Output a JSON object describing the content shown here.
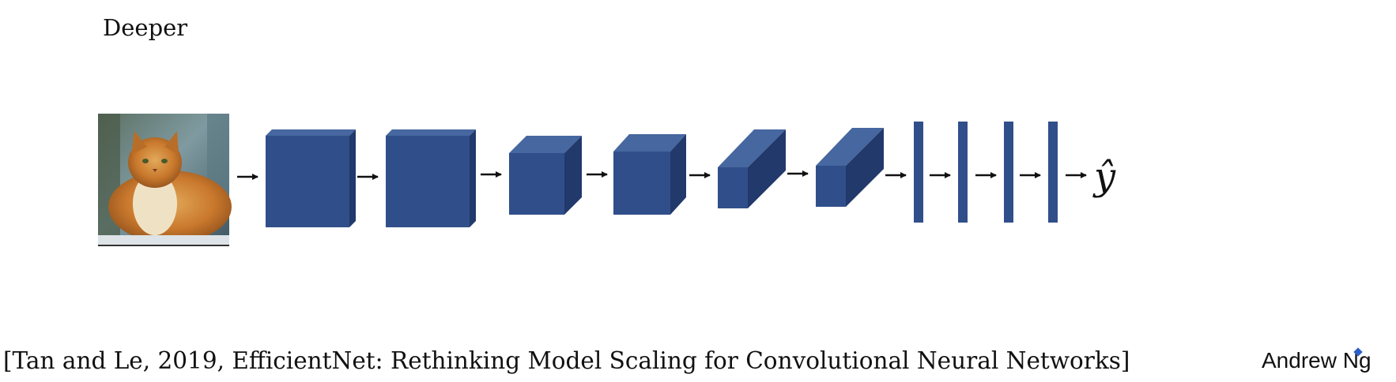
{
  "title": "Deeper",
  "diagram": {
    "input_image": "cat-photo",
    "layer_color": "#304f8a",
    "layers": [
      {
        "kind": "conv-block",
        "name": "conv-block-1"
      },
      {
        "kind": "conv-block",
        "name": "conv-block-2"
      },
      {
        "kind": "conv-block",
        "name": "conv-block-3"
      },
      {
        "kind": "conv-block",
        "name": "conv-block-4"
      },
      {
        "kind": "conv-block",
        "name": "conv-block-5"
      },
      {
        "kind": "conv-block",
        "name": "conv-block-6"
      },
      {
        "kind": "fc-layer",
        "name": "fc-layer-1"
      },
      {
        "kind": "fc-layer",
        "name": "fc-layer-2"
      },
      {
        "kind": "fc-layer",
        "name": "fc-layer-3"
      },
      {
        "kind": "fc-layer",
        "name": "fc-layer-4"
      }
    ],
    "output_label": "ŷ"
  },
  "citation": "[Tan and Le, 2019, EfficientNet: Rethinking Model Scaling for Convolutional Neural Networks]",
  "author": "Andrew Ng"
}
